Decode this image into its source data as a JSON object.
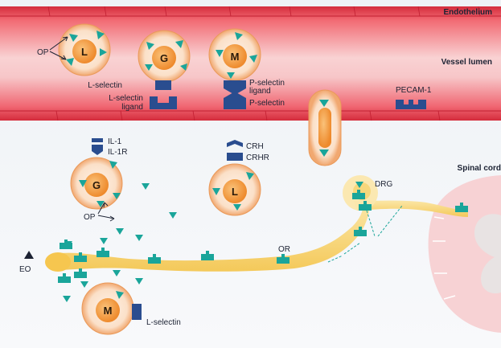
{
  "regions": {
    "endothelium": "Endothelium",
    "vessel_lumen": "Vessel lumen",
    "spinal_cord": "Spinal cord"
  },
  "cells": {
    "lumen_lymphocyte": "L",
    "lumen_granulocyte": "G",
    "lumen_monocyte": "M",
    "tissue_granulocyte": "G",
    "tissue_lymphocyte": "L",
    "tissue_monocyte": "M"
  },
  "labels": {
    "op_top": "OP",
    "op_bottom": "OP",
    "l_selectin": "L-selectin",
    "l_selectin_ligand_1": "L-selectin",
    "l_selectin_ligand_2": "ligand",
    "p_selectin_ligand_1": "P-selectin",
    "p_selectin_ligand_2": "ligand",
    "p_selectin": "P-selectin",
    "pecam": "PECAM-1",
    "il1": "IL-1",
    "il1r": "IL-1R",
    "crh": "CRH",
    "crhr": "CRHR",
    "drg": "DRG",
    "or": "OR",
    "eo": "EO",
    "l_selectin_bottom": "L-selectin"
  },
  "colors": {
    "vessel_red": "#e8424e",
    "vessel_pink": "#f6c7c8",
    "cell_orange": "#f29b4a",
    "cell_outer": "#fbe3cf",
    "nerve_yellow": "#f7d26a",
    "receptor_teal": "#1aa59a",
    "receptor_navy": "#2a4d8f",
    "spinal_pink": "#f7d6d6"
  }
}
